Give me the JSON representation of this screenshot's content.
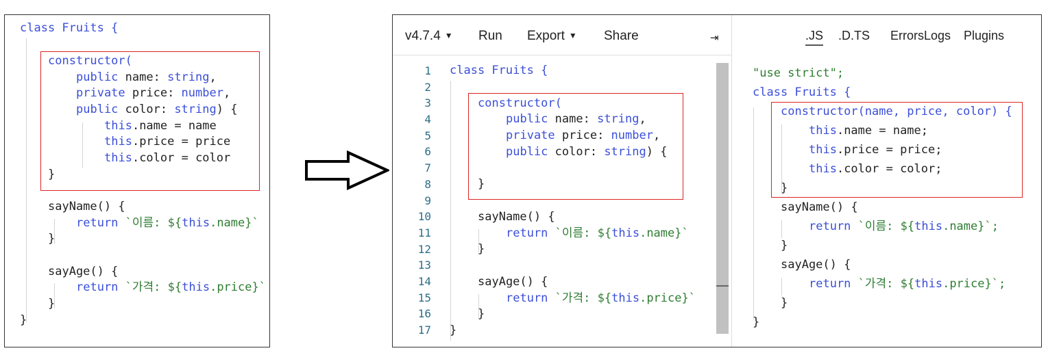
{
  "left_code": {
    "l1": [
      "class",
      " Fruits {"
    ],
    "l2": "constructor(",
    "l3": [
      "public",
      " name: ",
      "string",
      ","
    ],
    "l4": [
      "private",
      " price: ",
      "number",
      ","
    ],
    "l5": [
      "public",
      " color: ",
      "string",
      ") {"
    ],
    "l6": [
      "this",
      ".name = name"
    ],
    "l7": [
      "this",
      ".price = price"
    ],
    "l8": [
      "this",
      ".color = color"
    ],
    "l9": "}",
    "l10": "sayName() {",
    "l11": [
      "return",
      " `이름: ${",
      "this",
      ".name}`"
    ],
    "l12": "}",
    "l13": "sayAge() {",
    "l14": [
      "return",
      " `가격: ${",
      "this",
      ".price}`"
    ],
    "l15": "}",
    "l16": "}"
  },
  "toolbar": {
    "version": "v4.7.4",
    "run": "Run",
    "export": "Export",
    "share": "Share",
    "collapse_glyph": "⇥"
  },
  "gutter": [
    "1",
    "2",
    "3",
    "4",
    "5",
    "6",
    "7",
    "8",
    "9",
    "10",
    "11",
    "12",
    "13",
    "14",
    "15",
    "16",
    "17"
  ],
  "editor_code": {
    "l1": [
      "class",
      " Fruits {"
    ],
    "l3": "constructor(",
    "l4": [
      "public",
      " name: ",
      "string",
      ","
    ],
    "l5": [
      "private",
      " price: ",
      "number",
      ","
    ],
    "l6": [
      "public",
      " color: ",
      "string",
      ") {"
    ],
    "l8": "}",
    "l10": "sayName() {",
    "l11": [
      "return",
      " `이름: ${",
      "this",
      ".name}`"
    ],
    "l12": "}",
    "l14": "sayAge() {",
    "l15": [
      "return",
      " `가격: ${",
      "this",
      ".price}`"
    ],
    "l16": "}",
    "l17": "}"
  },
  "output_tabs": [
    ".JS",
    ".D.TS",
    "Errors",
    "Logs",
    "Plugins"
  ],
  "output_code": {
    "l1": "\"use strict\";",
    "l2": [
      "class",
      " Fruits {"
    ],
    "l3": "constructor(name, price, color) {",
    "l4": [
      "this",
      ".name = name;"
    ],
    "l5": [
      "this",
      ".price = price;"
    ],
    "l6": [
      "this",
      ".color = color;"
    ],
    "l7": "}",
    "l8": "sayName() {",
    "l9": [
      "return",
      " `이름: ${",
      "this",
      ".name}`;"
    ],
    "l10": "}",
    "l11": "sayAge() {",
    "l12": [
      "return",
      " `가격: ${",
      "this",
      ".price}`;"
    ],
    "l13": "}",
    "l14": "}"
  },
  "colors": {
    "keyword": "#3b4fd8",
    "string": "#2f7d32",
    "highlight_box": "#dd2222",
    "line_number": "#2c6e8a"
  }
}
